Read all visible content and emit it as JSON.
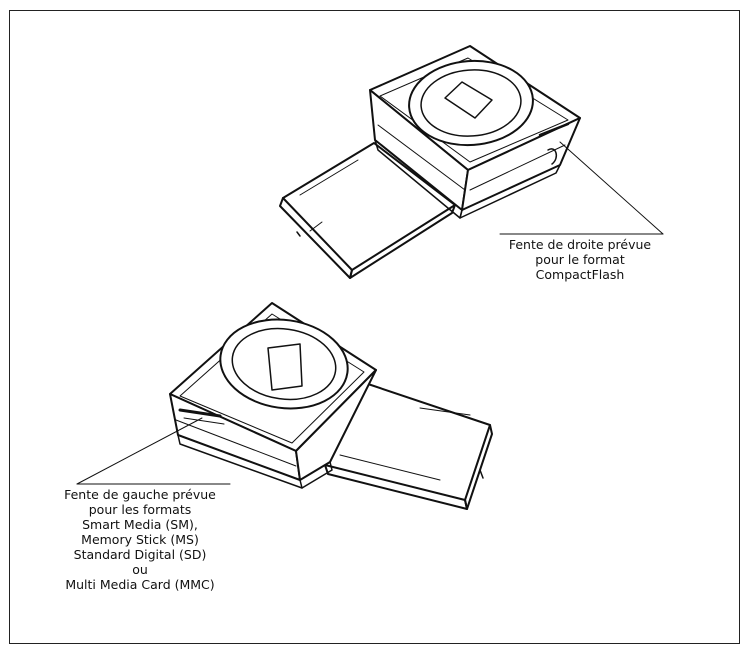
{
  "labels": {
    "right_slot": {
      "lines": [
        "Fente de droite prévue",
        "pour le format",
        "CompactFlash"
      ]
    },
    "left_slot": {
      "lines": [
        "Fente de gauche prévue",
        "pour les formats",
        "Smart Media (SM),",
        "Memory Stick (MS)",
        "Standard Digital (SD)",
        "ou",
        "Multi Media Card (MMC)"
      ]
    }
  }
}
